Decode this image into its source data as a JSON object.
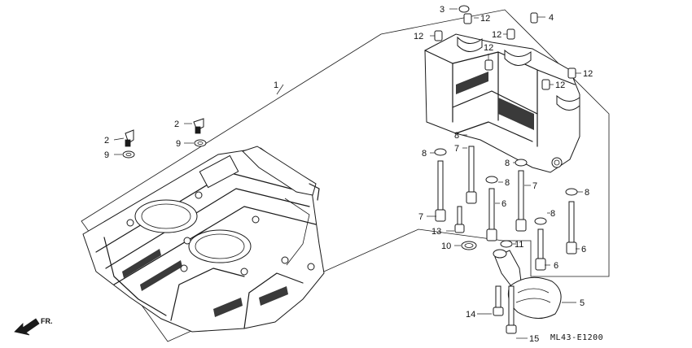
{
  "callouts": {
    "c1": "1",
    "c2a": "2",
    "c2b": "2",
    "c3": "3",
    "c4": "4",
    "c5": "5",
    "c6a": "6",
    "c6b": "6",
    "c6c": "6",
    "c7a": "7",
    "c7b": "7",
    "c7c": "7",
    "c8a": "8",
    "c8b": "8",
    "c8c": "8",
    "c8d": "8",
    "c8e": "8",
    "c8f": "8",
    "c9a": "9",
    "c9b": "9",
    "c10": "10",
    "c11": "11",
    "c12a": "12",
    "c12b": "12",
    "c12c": "12",
    "c12d": "12",
    "c12e": "12",
    "c12f": "12",
    "c13": "13",
    "c14": "14",
    "c15": "15"
  },
  "direction_label": "FR.",
  "diagram_code": "ML43-E1200"
}
